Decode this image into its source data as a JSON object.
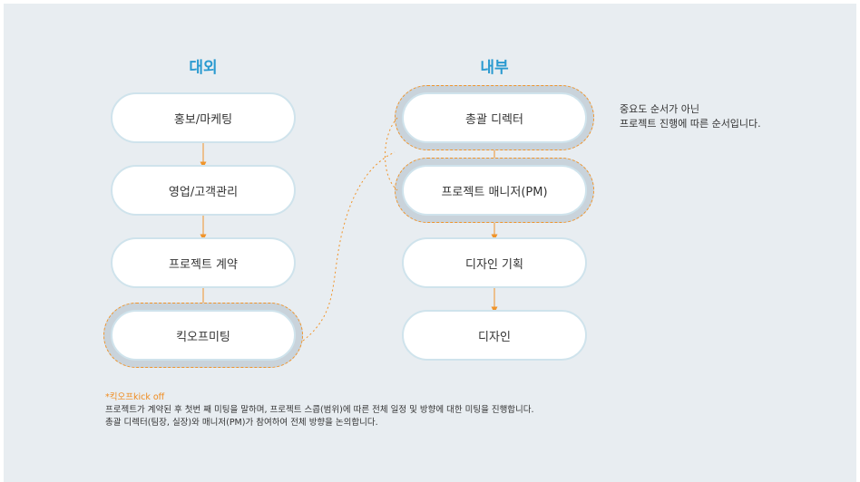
{
  "columns": {
    "external": {
      "title": "대외",
      "steps": [
        "홍보/마케팅",
        "영업/고객관리",
        "프로젝트 계약",
        "킥오프미팅"
      ]
    },
    "internal": {
      "title": "내부",
      "steps": [
        "총괄 디렉터",
        "프로젝트 매니저(PM)",
        "디자인 기획",
        "디자인"
      ]
    }
  },
  "note": {
    "line1": "중요도 순서가 아닌",
    "line2": "프로젝트 진행에 따른 순서입니다."
  },
  "footnote": {
    "title": "*킥오프kick off",
    "line1": "프로젝트가 계약된 후 첫번 째 미팅을 말하며, 프로젝트 스콥(범위)에 따른 전체 일정 및 방향에 대한 미팅을 진행합니다.",
    "line2": "총괄 디렉터(팀장, 실장)와 매니저(PM)가 참여하여 전체 방향을 논의합니다."
  },
  "colors": {
    "title": "#2a9ad0",
    "connector": "#f0942a",
    "pill_border": "#cfe3ec",
    "halo": "#c9d3db",
    "background": "#e8edf1"
  }
}
